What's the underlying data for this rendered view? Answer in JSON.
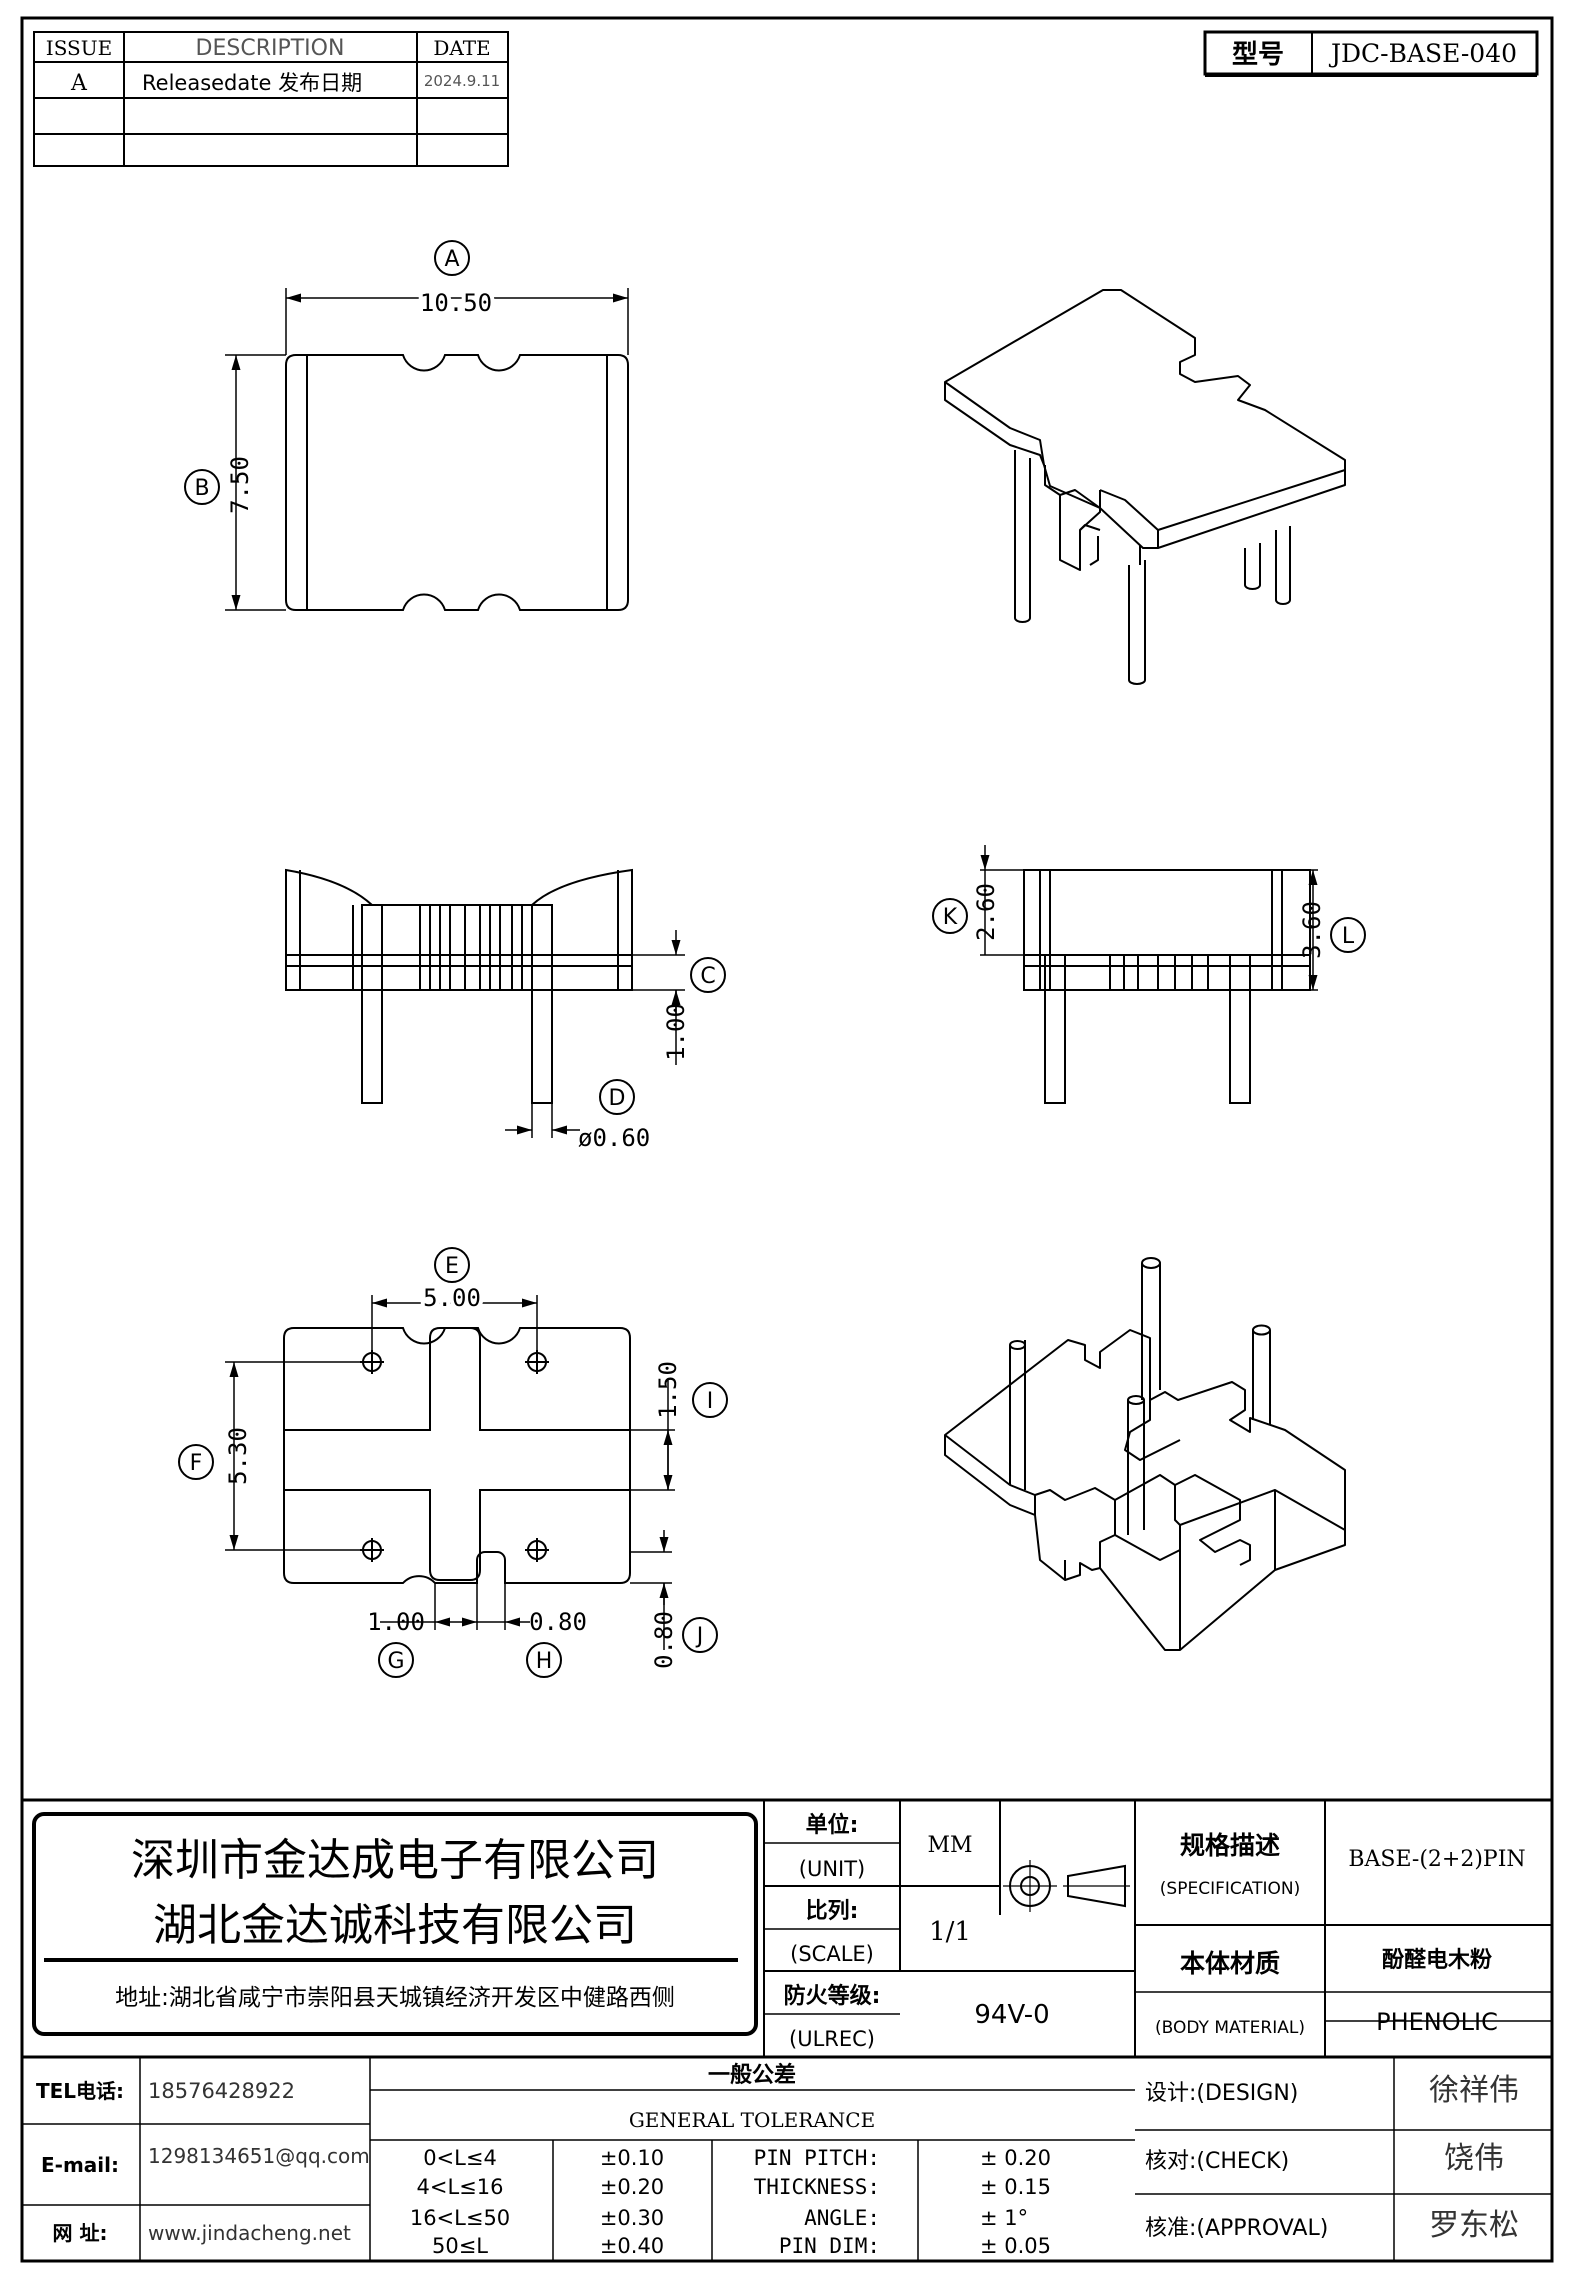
{
  "revision_table": {
    "headers": [
      "ISSUE",
      "DESCRIPTION",
      "DATE"
    ],
    "rows": [
      {
        "issue": "A",
        "description": "Releasedate 发布日期",
        "date": "2024.9.11"
      },
      {
        "issue": "",
        "description": "",
        "date": ""
      },
      {
        "issue": "",
        "description": "",
        "date": ""
      }
    ]
  },
  "model": {
    "label": "型号",
    "value": "JDC-BASE-040"
  },
  "dimensions": {
    "A": {
      "tag": "A",
      "value": "10.50"
    },
    "B": {
      "tag": "B",
      "value": "7.50"
    },
    "C": {
      "tag": "C",
      "value": "1.00"
    },
    "D": {
      "tag": "D",
      "value": "ø0.60"
    },
    "K": {
      "tag": "K",
      "value": "2.60"
    },
    "L": {
      "tag": "L",
      "value": "3.60"
    },
    "E": {
      "tag": "E",
      "value": "5.00"
    },
    "F": {
      "tag": "F",
      "value": "5.30"
    },
    "I": {
      "tag": "I",
      "value": "1.50"
    },
    "G": {
      "tag": "G",
      "value": "1.00"
    },
    "H": {
      "tag": "H",
      "value": "0.80"
    },
    "J": {
      "tag": "J",
      "value": "0.80"
    }
  },
  "company": {
    "name1": "深圳市金达成电子有限公司",
    "name2": "湖北金达诚科技有限公司",
    "address": "地址:湖北省咸宁市崇阳县天城镇经济开发区中健路西侧"
  },
  "unit": {
    "label_cn": "单位:",
    "label_en": "(UNIT)",
    "value": "MM"
  },
  "scale": {
    "label_cn": "比列:",
    "label_en": "(SCALE)",
    "value": "1/1"
  },
  "ulrec": {
    "label_cn": "防火等级:",
    "label_en": "(ULREC)",
    "value": "94V-0"
  },
  "specification": {
    "label_cn": "规格描述",
    "label_en": "(SPECIFICATION)",
    "value": "BASE-(2+2)PIN"
  },
  "body_material": {
    "label_cn": "本体材质",
    "label_en": "(BODY MATERIAL)",
    "value_cn": "酚醛电木粉",
    "value_en": "PHENOLIC"
  },
  "contact": {
    "tel_label": "TEL电话:",
    "tel": "18576428922",
    "email_label": "E-mail:",
    "email": "1298134651@qq.com",
    "web_label": "网 址:",
    "web": "www.jindacheng.net"
  },
  "tolerance": {
    "title_cn": "一般公差",
    "title_en": "GENERAL TOLERANCE",
    "ranges": [
      {
        "range": "0<L≤4",
        "tol": "±0.10"
      },
      {
        "range": "4<L≤16",
        "tol": "±0.20"
      },
      {
        "range": "16<L≤50",
        "tol": "±0.30"
      },
      {
        "range": "50≤L",
        "tol": "±0.40"
      }
    ],
    "specs": [
      {
        "label": "PIN PITCH:",
        "value": "±  0.20"
      },
      {
        "label": "THICKNESS:",
        "value": "±  0.15"
      },
      {
        "label": "ANGLE:",
        "value": "±  1°"
      },
      {
        "label": "PIN DIM:",
        "value": "±  0.05"
      }
    ]
  },
  "approvals": {
    "design_label": "设计:(DESIGN)",
    "design_name": "徐祥伟",
    "check_label": "核对:(CHECK)",
    "check_name": "饶伟",
    "approval_label": "核准:(APPROVAL)",
    "approval_name": "罗东松"
  }
}
